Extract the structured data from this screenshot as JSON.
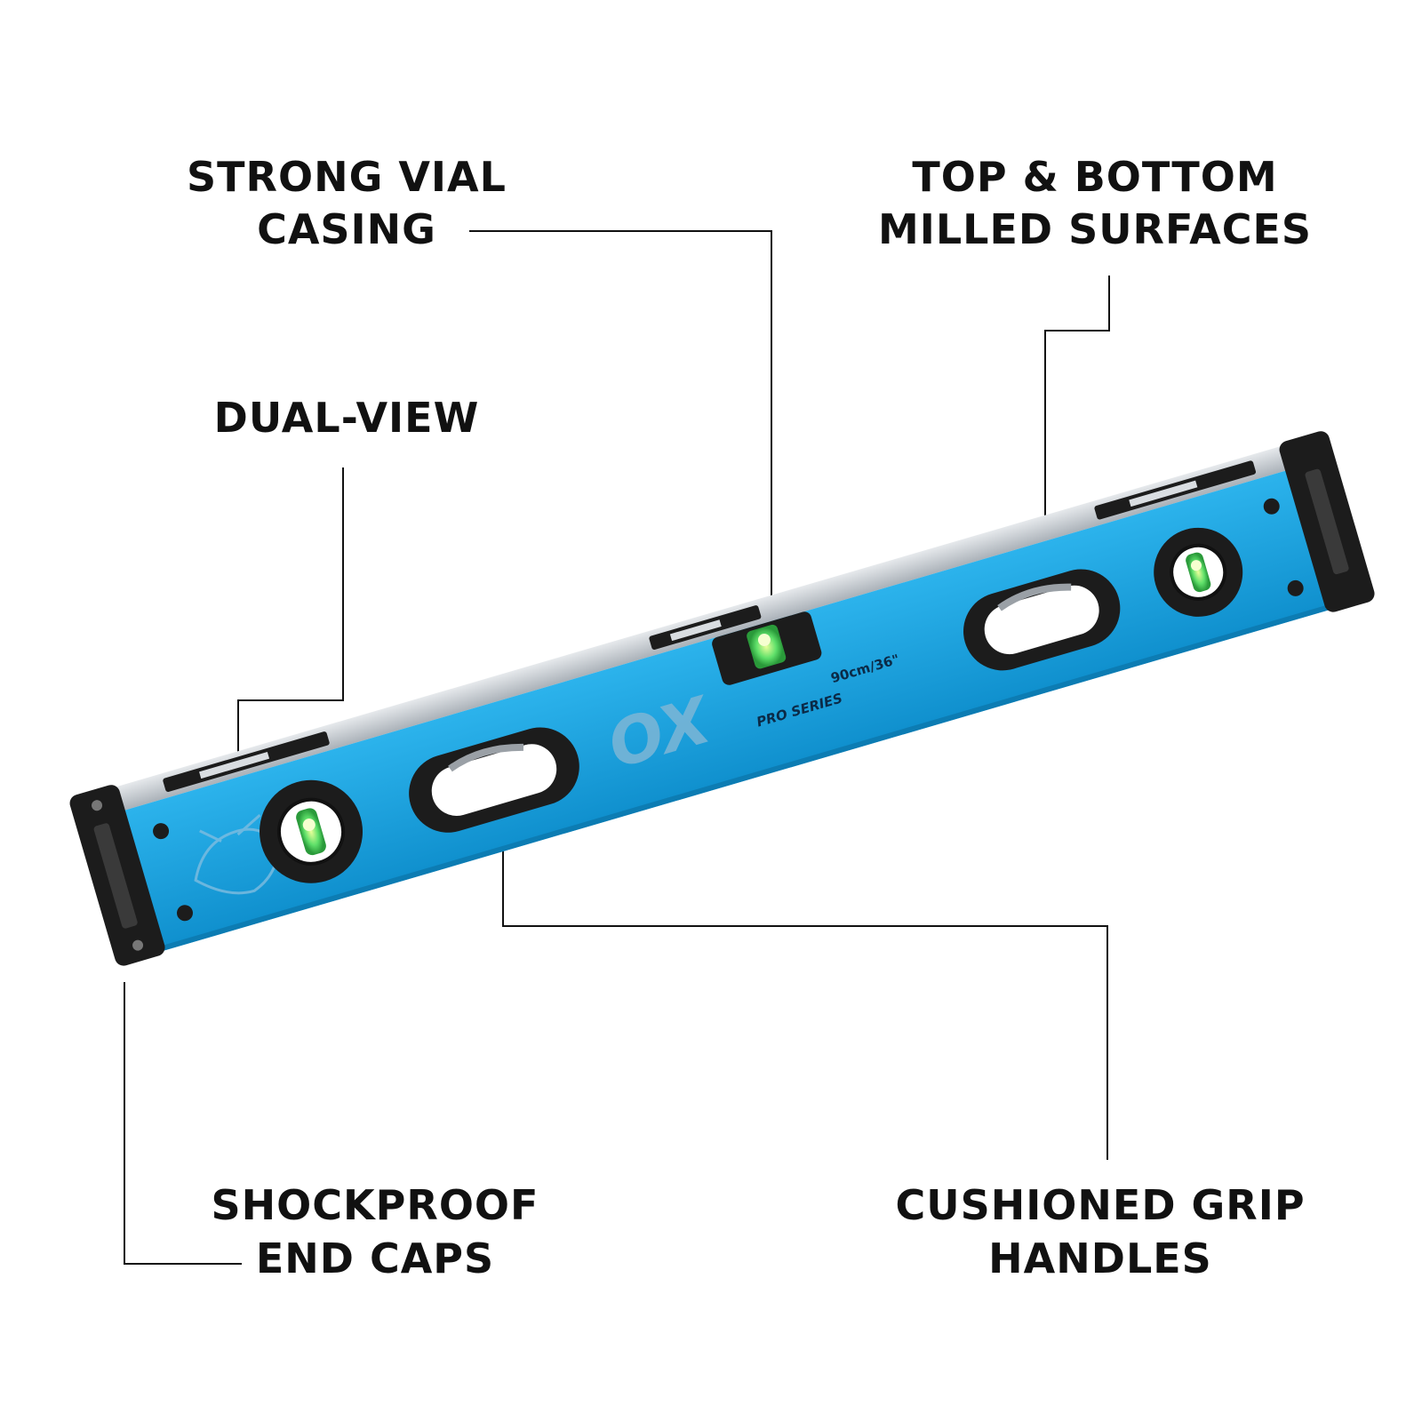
{
  "callouts": {
    "strong_vial": {
      "line1": "STRONG VIAL",
      "line2": "CASING"
    },
    "milled_surfaces": {
      "line1": "TOP & BOTTOM",
      "line2": "MILLED SURFACES"
    },
    "dual_view": {
      "line1": "DUAL-VIEW"
    },
    "end_caps": {
      "line1": "SHOCKPROOF",
      "line2": "END CAPS"
    },
    "grip_handles": {
      "line1": "CUSHIONED GRIP",
      "line2": "HANDLES"
    }
  },
  "product": {
    "brand": "OX",
    "series": "PRO SERIES",
    "size": "90cm/36\""
  },
  "colors": {
    "body_blue": "#1aa3e0",
    "body_blue_dark": "#0e86c2",
    "aluminium": "#c9ced3",
    "rubber": "#1c1c1c",
    "vial_green": "#52e26a"
  }
}
